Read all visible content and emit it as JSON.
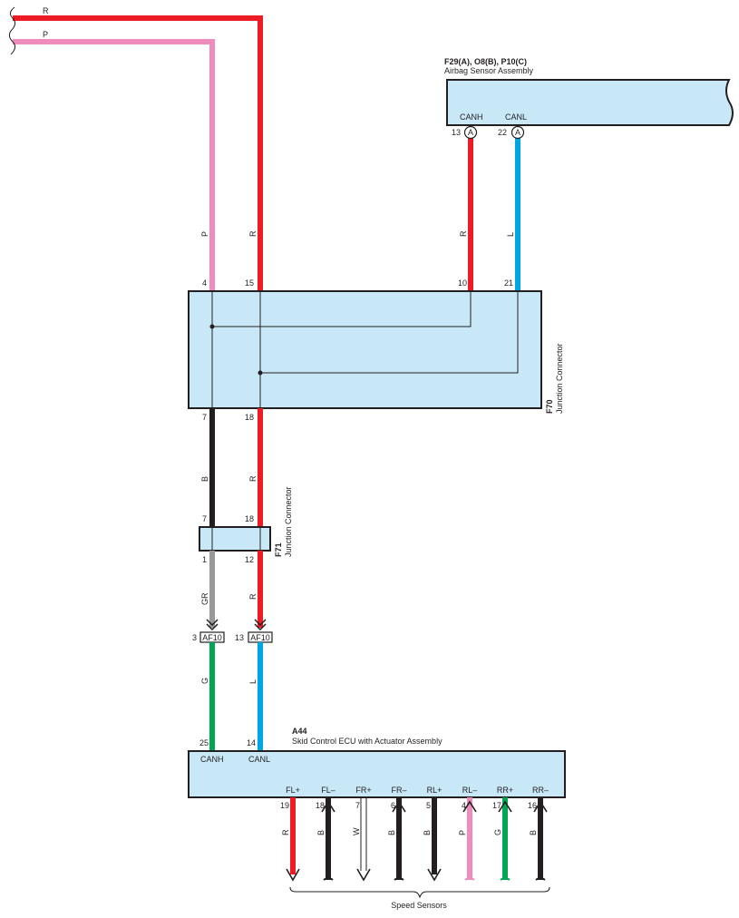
{
  "colors": {
    "R": "#ed1c24",
    "P": "#f08bbd",
    "B": "#231f20",
    "L": "#00a6e4",
    "G": "#00a651",
    "GR": "#999999",
    "W": "#ffffff",
    "box_fill": "#c8e8f8"
  },
  "inputs": {
    "r_label": "R",
    "p_label": "P"
  },
  "airbag": {
    "id": "F29(A), O8(B), P10(C)",
    "name": "Airbag Sensor Assembly",
    "canh_label": "CANH",
    "canl_label": "CANL",
    "canh_pin": "13",
    "canl_pin": "22",
    "conn_letter": "A",
    "canh_wire": "R",
    "canl_wire": "L"
  },
  "f70": {
    "id": "F70",
    "name": "Junction Connector",
    "pins_top": [
      "4",
      "15",
      "10",
      "21"
    ],
    "pins_bottom": [
      "7",
      "18"
    ],
    "wire_p": "P",
    "wire_r": "R"
  },
  "f71": {
    "id": "F71",
    "name": "Junction Connector",
    "pins_top": [
      "7",
      "18"
    ],
    "pins_bottom": [
      "1",
      "12"
    ],
    "wire_in_left": "B",
    "wire_in_right": "R",
    "wire_out_left": "GR",
    "wire_out_right": "R"
  },
  "af10": {
    "label": "AF10",
    "pin_left": "3",
    "pin_right": "13"
  },
  "ecu": {
    "id": "A44",
    "name": "Skid Control ECU with Actuator Assembly",
    "canh_label": "CANH",
    "canl_label": "CANL",
    "canh_pin": "25",
    "canl_pin": "14",
    "canh_wire": "G",
    "canl_wire": "L",
    "sensors": [
      {
        "label": "FL+",
        "pin": "19",
        "wire": "R",
        "dir": "down"
      },
      {
        "label": "FL–",
        "pin": "18",
        "wire": "B",
        "dir": "up"
      },
      {
        "label": "FR+",
        "pin": "7",
        "wire": "W",
        "dir": "down"
      },
      {
        "label": "FR–",
        "pin": "6",
        "wire": "B",
        "dir": "up"
      },
      {
        "label": "RL+",
        "pin": "5",
        "wire": "B",
        "dir": "down"
      },
      {
        "label": "RL–",
        "pin": "4",
        "wire": "P",
        "dir": "up"
      },
      {
        "label": "RR+",
        "pin": "17",
        "wire": "G",
        "dir": "up"
      },
      {
        "label": "RR–",
        "pin": "16",
        "wire": "B",
        "dir": "up"
      }
    ],
    "sensors_label": "Speed Sensors"
  }
}
